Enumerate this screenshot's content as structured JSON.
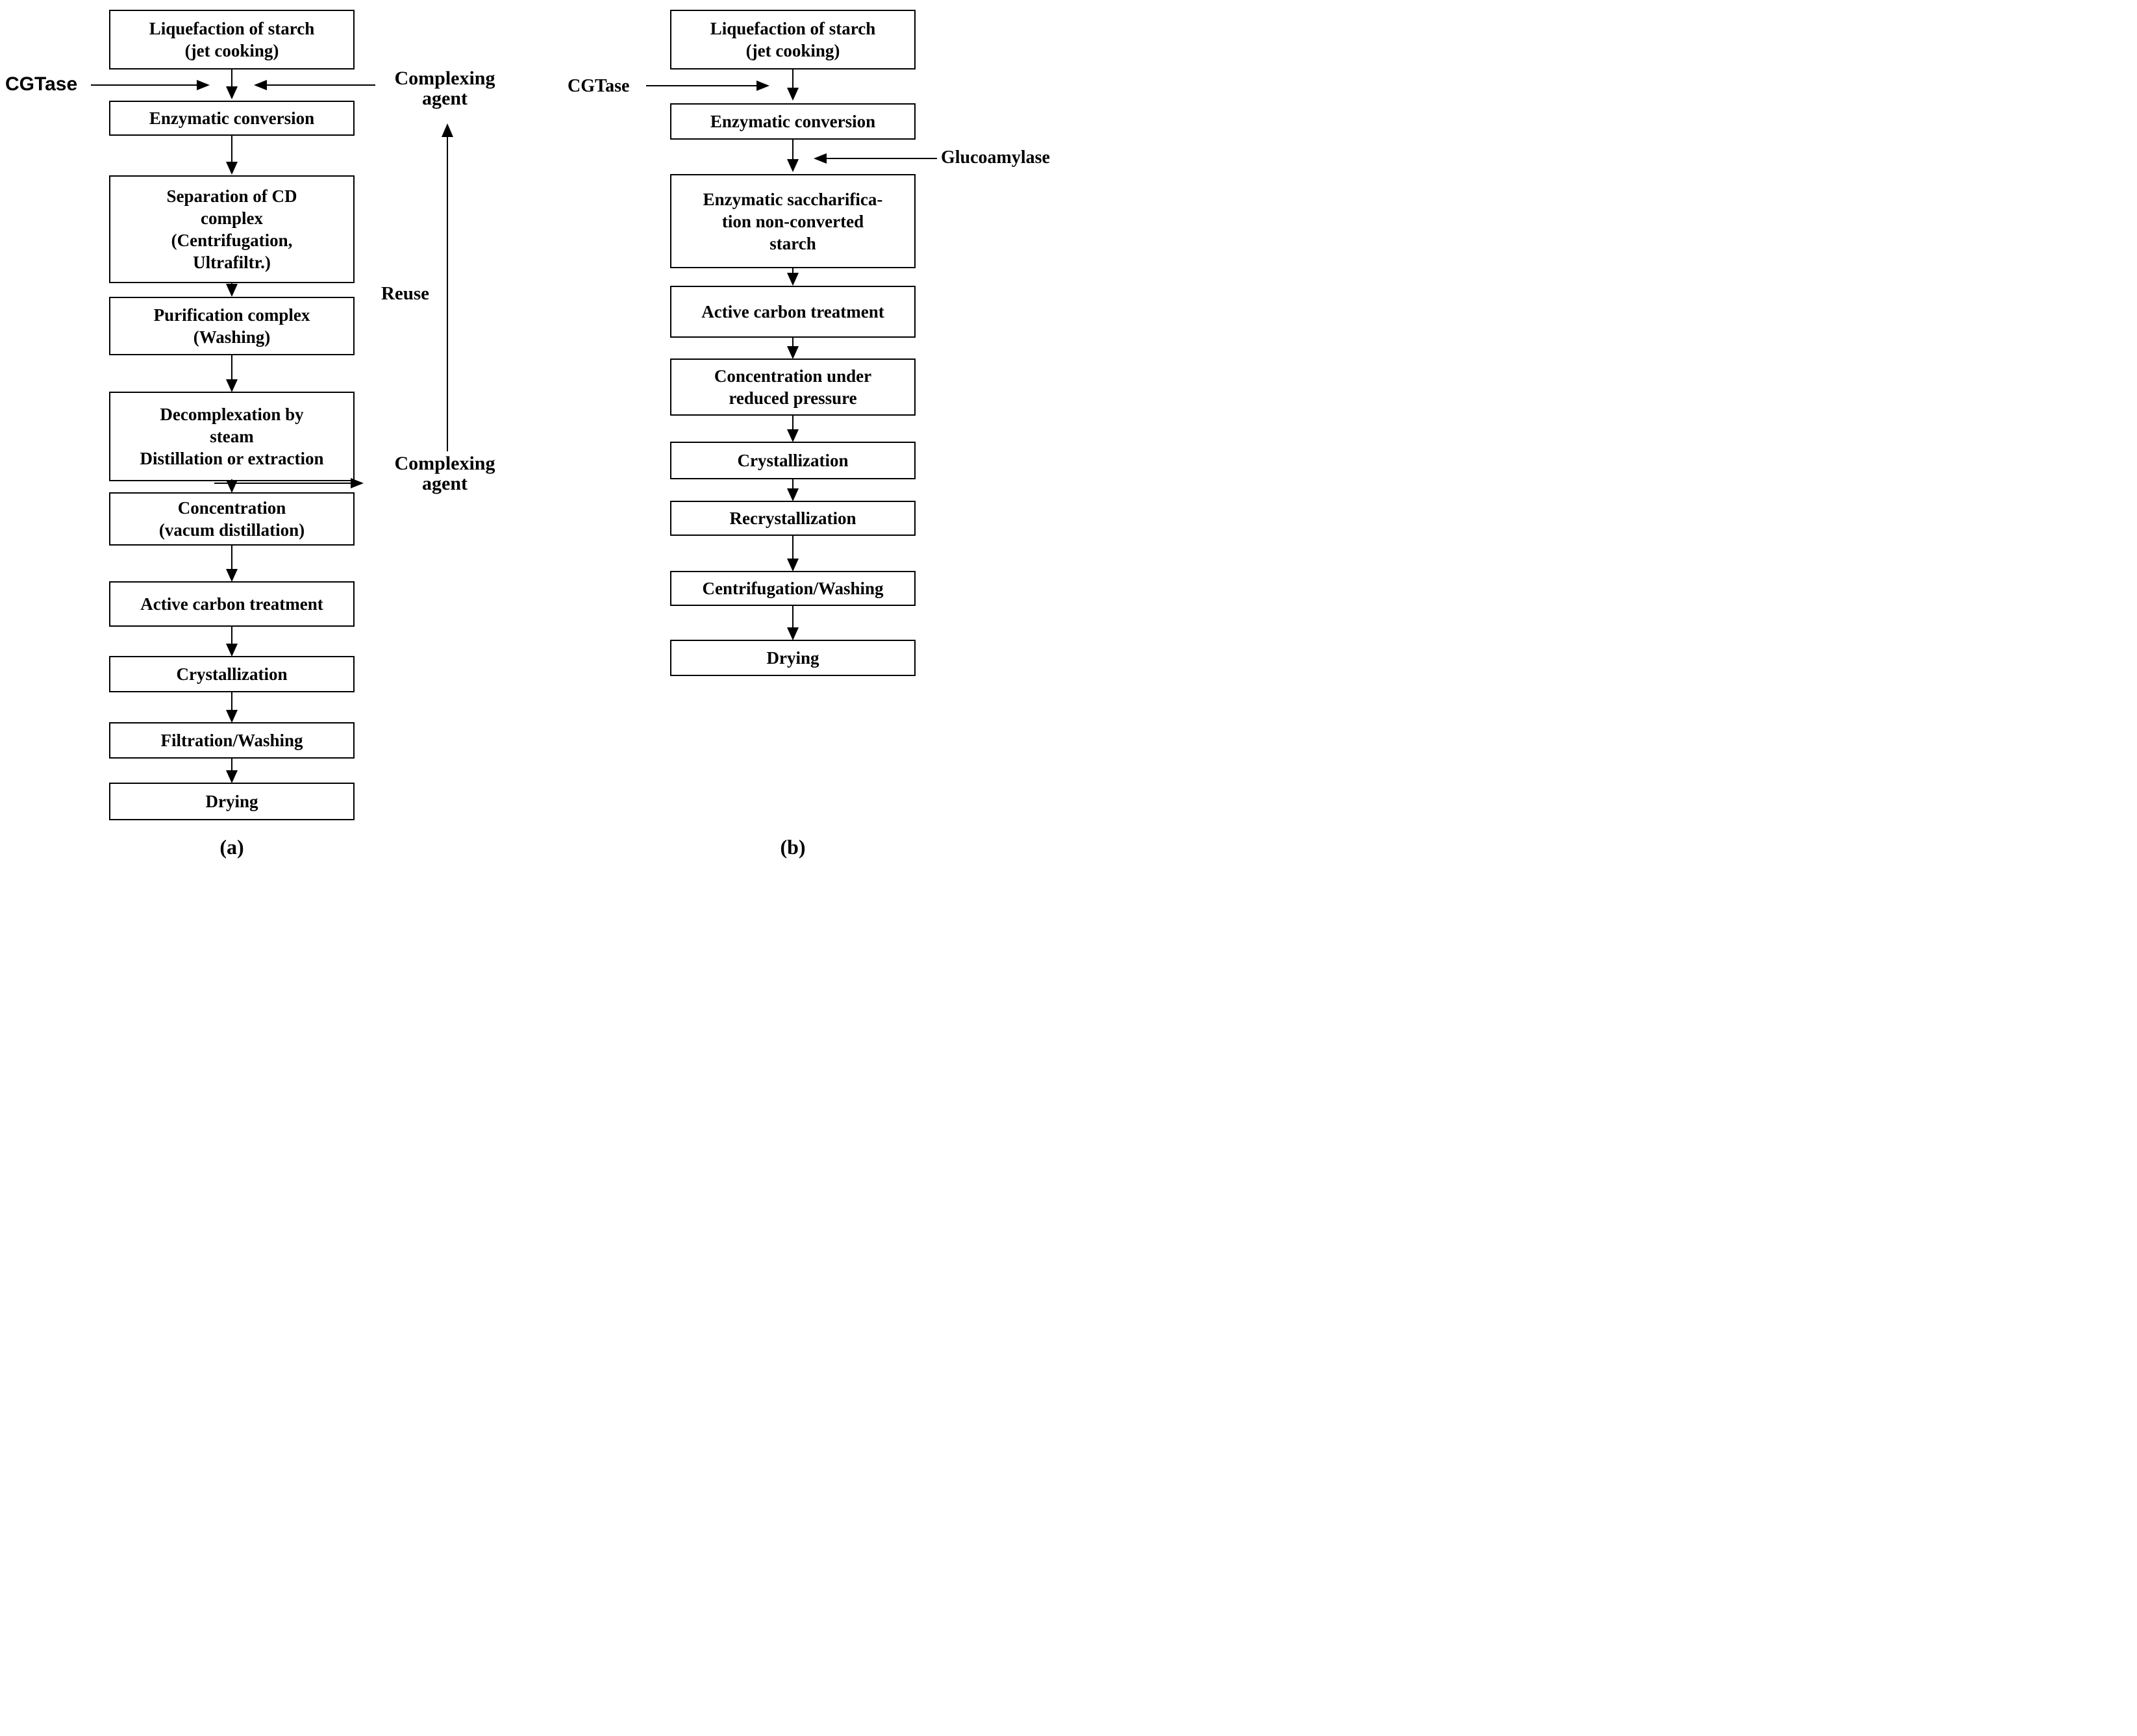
{
  "colors": {
    "ink": "#000000",
    "paper": "#ffffff"
  },
  "flow_a": {
    "caption": "(a)",
    "enzyme_label": "CGTase",
    "complexing_agent_top": {
      "line1": "Complexing",
      "line2": "agent"
    },
    "reuse_label": "Reuse",
    "complexing_agent_return": {
      "line1": "Complexing",
      "line2": "agent"
    },
    "boxes": [
      {
        "lines": [
          "Liquefaction of starch",
          "(jet cooking)"
        ]
      },
      {
        "lines": [
          "Enzymatic conversion"
        ]
      },
      {
        "lines": [
          "Separation of CD",
          "complex",
          "(Centrifugation,",
          "Ultrafiltr.)"
        ]
      },
      {
        "lines": [
          "Purification complex",
          "(Washing)"
        ]
      },
      {
        "lines": [
          "Decomplexation by",
          "steam",
          "Distillation or extraction"
        ]
      },
      {
        "lines": [
          "Concentration",
          "(vacum distillation)"
        ]
      },
      {
        "lines": [
          "Active carbon treatment"
        ]
      },
      {
        "lines": [
          "Crystallization"
        ]
      },
      {
        "lines": [
          "Filtration/Washing"
        ]
      },
      {
        "lines": [
          "Drying"
        ]
      }
    ]
  },
  "flow_b": {
    "caption": "(b)",
    "enzyme_label": "CGTase",
    "enzyme_label_2": "Glucoamylase",
    "boxes": [
      {
        "lines": [
          "Liquefaction of starch",
          "(jet cooking)"
        ]
      },
      {
        "lines": [
          "Enzymatic conversion"
        ]
      },
      {
        "lines": [
          "Enzymatic saccharifica-",
          "tion non-converted",
          "starch"
        ]
      },
      {
        "lines": [
          "Active carbon treatment"
        ]
      },
      {
        "lines": [
          "Concentration under",
          "reduced pressure"
        ]
      },
      {
        "lines": [
          "Crystallization"
        ]
      },
      {
        "lines": [
          "Recrystallization"
        ]
      },
      {
        "lines": [
          "Centrifugation/Washing"
        ]
      },
      {
        "lines": [
          "Drying"
        ]
      }
    ]
  }
}
